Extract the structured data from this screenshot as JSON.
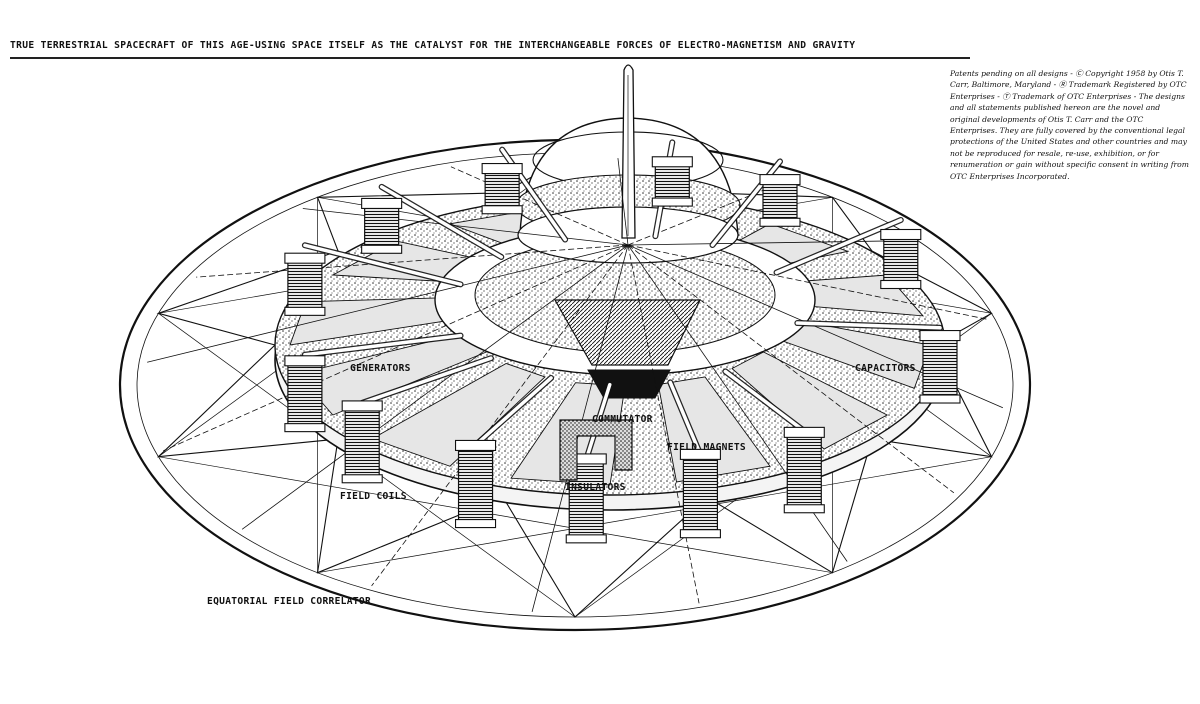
{
  "banner": "TRUE TERRESTRIAL SPACECRAFT OF THIS AGE-USING SPACE ITSELF AS THE CATALYST FOR THE INTERCHANGEABLE FORCES OF ELECTRO-MAGNETISM AND GRAVITY",
  "notice": "Patents pending on all designs - Ⓒ Copyright 1958 by Otis T. Carr, Baltimore, Maryland - Ⓡ Trademark Registered by OTC Enterprises - Ⓣ Trademark of OTC Enterprises - The designs and all statements published hereon are the novel and original developments of Otis T. Carr and the OTC Enterprises. They are fully covered by the conventional legal protections of the United States and other countries and may not be reproduced for resale, re-use, exhibition, or for renumeration or gain without specific consent in writing from OTC Enterprises Incorporated.",
  "labels": {
    "generators": "GENERATORS",
    "capacitors": "CAPACITORS",
    "commutator": "COMMUTATOR",
    "field_magnets": "FIELD MAGNETS",
    "field_coils": "FIELD COILS",
    "insulators": "INSULATORS",
    "equatorial": "EQUATORIAL FIELD CORRELATOR"
  },
  "style": {
    "ink": "#111111",
    "stipple": "#333333",
    "paper": "#ffffff"
  }
}
